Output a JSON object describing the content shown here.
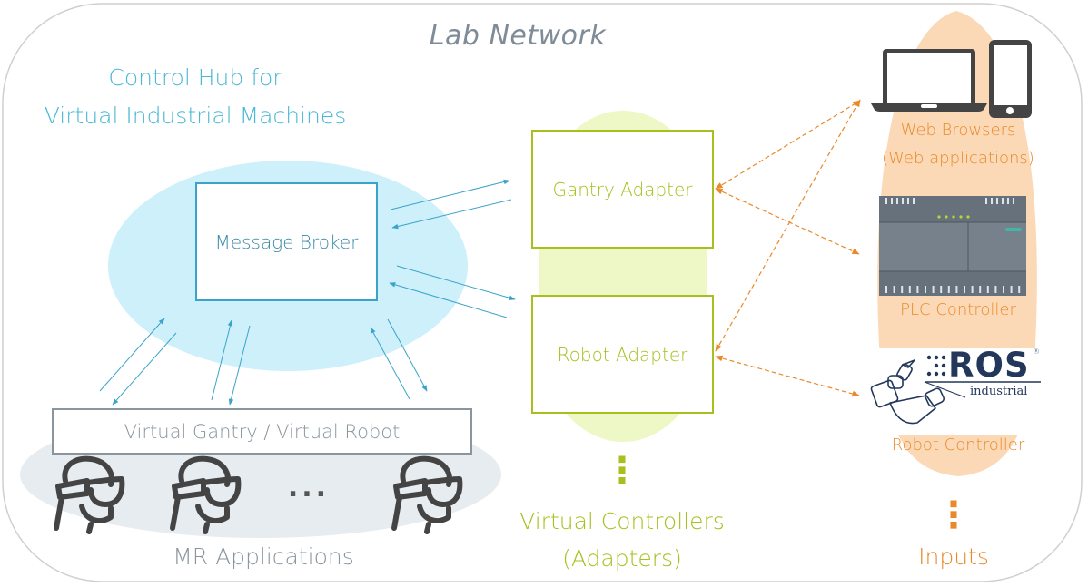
{
  "title": "Lab Network",
  "colors": {
    "hub": "#4ab8d4",
    "hub_fill": "#cdf0fa",
    "broker_border": "#3aa3c9",
    "broker_text": "#3a8aa6",
    "adapter": "#a8bf1e",
    "adapter_fill": "#eef7c6",
    "input": "#e98a2a",
    "input_fill": "#fcd9b6",
    "mr": "#8a959d",
    "mr_fill": "#e6ecef",
    "icon_dark": "#444444",
    "ros_blue": "#22375a"
  },
  "hub": {
    "title_line1": "Control Hub for",
    "title_line2": "Virtual Industrial Machines",
    "broker_label": "Message Broker"
  },
  "mr": {
    "virtual_label": "Virtual Gantry / Virtual Robot",
    "ellipsis": "...",
    "caption": "MR Applications",
    "headsets": [
      "mr-headset-user-1",
      "mr-headset-user-2",
      "mr-headset-user-n"
    ]
  },
  "adapters": {
    "gantry_label": "Gantry Adapter",
    "robot_label": "Robot Adapter",
    "more": "⋮",
    "caption_line1": "Virtual Controllers",
    "caption_line2": "(Adapters)"
  },
  "inputs": {
    "web_line1": "Web Browsers",
    "web_line2": "(Web applications)",
    "plc_label": "PLC Controller",
    "robot_label": "Robot Controller",
    "ros_text": "ROS",
    "ros_sub": "industrial",
    "ros_reg": "®",
    "more": "⋮",
    "caption": "Inputs"
  }
}
